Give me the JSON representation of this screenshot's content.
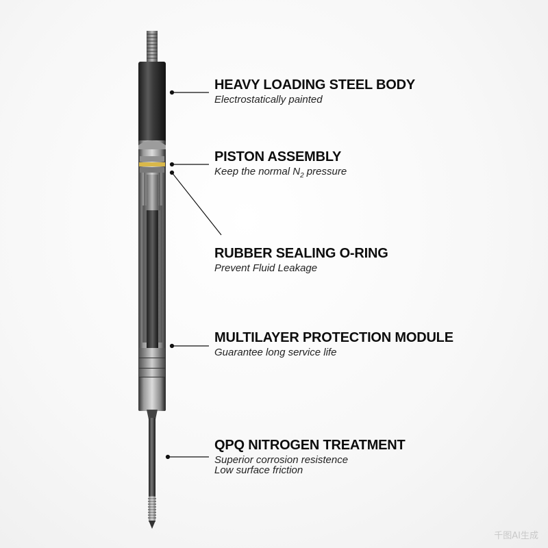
{
  "callouts": [
    {
      "title": "HEAVY LOADING STEEL BODY",
      "desc": [
        "Electrostatically painted"
      ]
    },
    {
      "title": "PISTON ASSEMBLY",
      "desc_pre": "Keep the normal N",
      "desc_sub": "2",
      "desc_post": " pressure"
    },
    {
      "title": "RUBBER SEALING O-RING",
      "desc": [
        "Prevent Fluid Leakage"
      ]
    },
    {
      "title": "MULTILAYER PROTECTION MODULE",
      "desc": [
        "Guarantee long service life"
      ]
    },
    {
      "title": "QPQ NITROGEN TREATMENT",
      "desc": [
        "Superior  corrosion resistence",
        "Low surface friction"
      ]
    }
  ],
  "watermark": "千图AI生成",
  "colors": {
    "body_dark": "#2a2a2a",
    "body_mid": "#6b6b6b",
    "cutaway_light": "#d8d8d8",
    "oring_yellow": "#d9b84a",
    "text": "#0d0d0d"
  }
}
